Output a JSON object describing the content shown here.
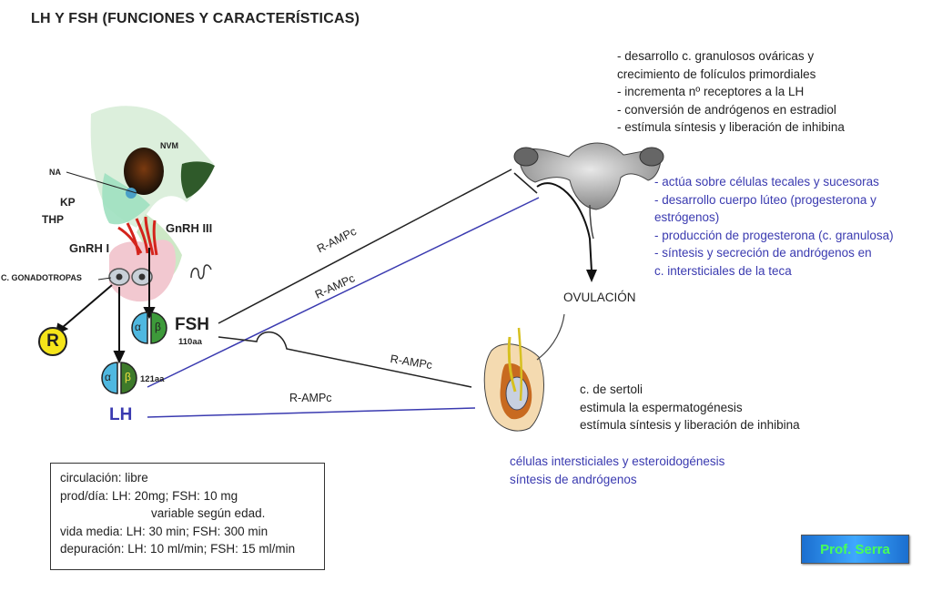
{
  "title": "LH Y FSH (FUNCIONES Y CARACTERÍSTICAS)",
  "brain_labels": {
    "nvm": "NVM",
    "na": "NA",
    "kp": "KP",
    "thp": "THP",
    "gnrh3": "GnRH III",
    "gnrh1": "GnRH I",
    "gonadotropas": "C. GONADOTROPAS",
    "r": "R"
  },
  "hormones": {
    "fsh": {
      "name": "FSH",
      "aa": "110aa",
      "alpha": "α",
      "beta": "β"
    },
    "lh": {
      "name": "LH",
      "aa": "121aa",
      "alpha": "α",
      "beta": "β"
    }
  },
  "pathway_labels": [
    "R-AMPc",
    "R-AMPc",
    "R-AMPc",
    "R-AMPc"
  ],
  "fsh_ovary_effects": [
    "- desarrollo c. granulosos ováricas y",
    "crecimiento de folículos primordiales",
    "- incrementa nº receptores a la LH",
    "- conversión de andrógenos en estradiol",
    "- estímula síntesis y liberación de inhibina"
  ],
  "lh_ovary_effects": [
    "- actúa sobre células tecales y sucesoras",
    "- desarrollo cuerpo lúteo (progesterona y",
    "estrógenos)",
    "- producción de progesterona (c. granulosa)",
    "- síntesis y secreción de andrógenos en",
    "c. intersticiales de la teca"
  ],
  "ovulation": "OVULACIÓN",
  "fsh_testis_effects": [
    "c. de sertoli",
    "estimula la espermatogénesis",
    "estímula síntesis y liberación de inhibina"
  ],
  "lh_testis_effects": [
    "células intersticiales y esteroidogénesis",
    "síntesis de andrógenos"
  ],
  "info": {
    "line1": "circulación: libre",
    "line2": "prod/día: LH: 20mg; FSH: 10 mg",
    "line3": "variable según edad.",
    "line4": "vida media: LH: 30 min; FSH: 300 min",
    "line5": "depuración: LH: 10 ml/min; FSH: 15 ml/min"
  },
  "author": "Prof. Serra",
  "colors": {
    "lh_blue": "#3a3ab0",
    "alpha_cyan": "#4fb8e0",
    "beta_green": "#3d7a2a",
    "r_yellow": "#f5e51a",
    "gnrh_red": "#d4241c"
  }
}
